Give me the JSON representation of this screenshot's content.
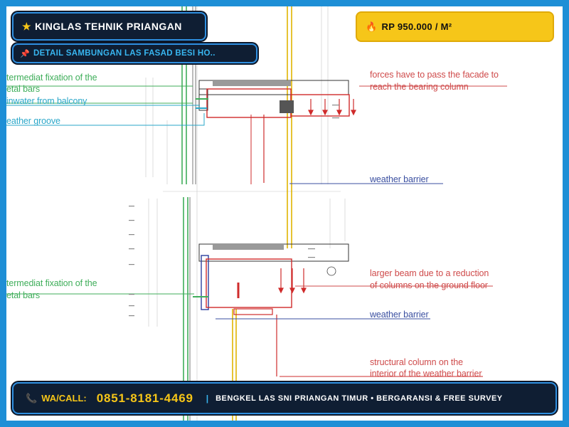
{
  "header": {
    "title": "KINGLAS TEHNIK PRIANGAN",
    "subtitle": "DETAIL SAMBUNGAN LAS FASAD BESI HO..",
    "title_icon": "star-icon",
    "subtitle_icon": "pin-icon"
  },
  "price": {
    "label": "RP 950.000 / M²",
    "icon": "fire-icon"
  },
  "diagram": {
    "labels_top": {
      "fixation_line1": "termediat fixation of the",
      "fixation_line2": "etal bars",
      "rainwater": "inwater from balcony",
      "groove": "eather groove",
      "forces_line1": "forces have to pass  the facade  to",
      "forces_line2": "reach  the bearing column",
      "weather_barrier": "weather barrier"
    },
    "labels_bottom": {
      "fixation_line1": "termediat fixation of the",
      "fixation_line2": "etal bars",
      "beam_line1": "larger beam due to a  reduction",
      "beam_line2": "of columns on the ground floor",
      "weather_barrier": "weather barrier",
      "column_line1": "structural column on the",
      "column_line2": "interior of the weather barrier"
    }
  },
  "footer": {
    "icon": "phone-icon",
    "wa_label": "WA/CALL:",
    "phone": "0851-8181-4469",
    "separator": "|",
    "tagline": "BENGKEL LAS SNI PRIANGAN TIMUR • BERGARANSI & FREE SURVEY"
  },
  "colors": {
    "frame": "#1e8fd6",
    "badge_bg": "#0f1e33",
    "accent_yellow": "#f6c619",
    "label_green": "#3fae5a",
    "label_cyan": "#2aa7c9",
    "label_red": "#cf4b4b",
    "label_blue": "#3a4fa0"
  }
}
